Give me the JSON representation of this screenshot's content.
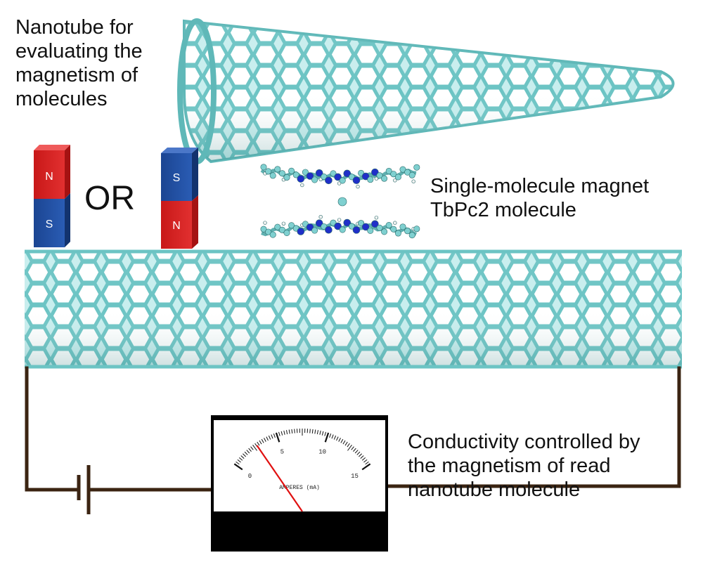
{
  "labels": {
    "nanotube_top": "Nanotube for\nevaluating the\nmagnetism of\nmolecules",
    "molecule": "Single-molecule magnet\nTbPc2 molecule",
    "conductivity": "Conductivity controlled by\nthe magnetism of read\nnanotube molecule",
    "or": "OR"
  },
  "magnets": {
    "left": {
      "top_pole": "N",
      "bottom_pole": "S"
    },
    "right": {
      "top_pole": "S",
      "bottom_pole": "N"
    },
    "colors": {
      "north": "#d62020",
      "south": "#1f4fa0"
    }
  },
  "meter": {
    "scale_label": "AMPERES (mA)",
    "ticks": [
      "0",
      "5",
      "10",
      "15"
    ],
    "reading": 2.8
  },
  "colors": {
    "nanotube": "#7ecfcf",
    "nanotube_dark": "#4f9e9e",
    "wire": "#3b2412",
    "molecule_atom": "#7fd0d0",
    "molecule_nitrogen": "#1f2fc8"
  }
}
